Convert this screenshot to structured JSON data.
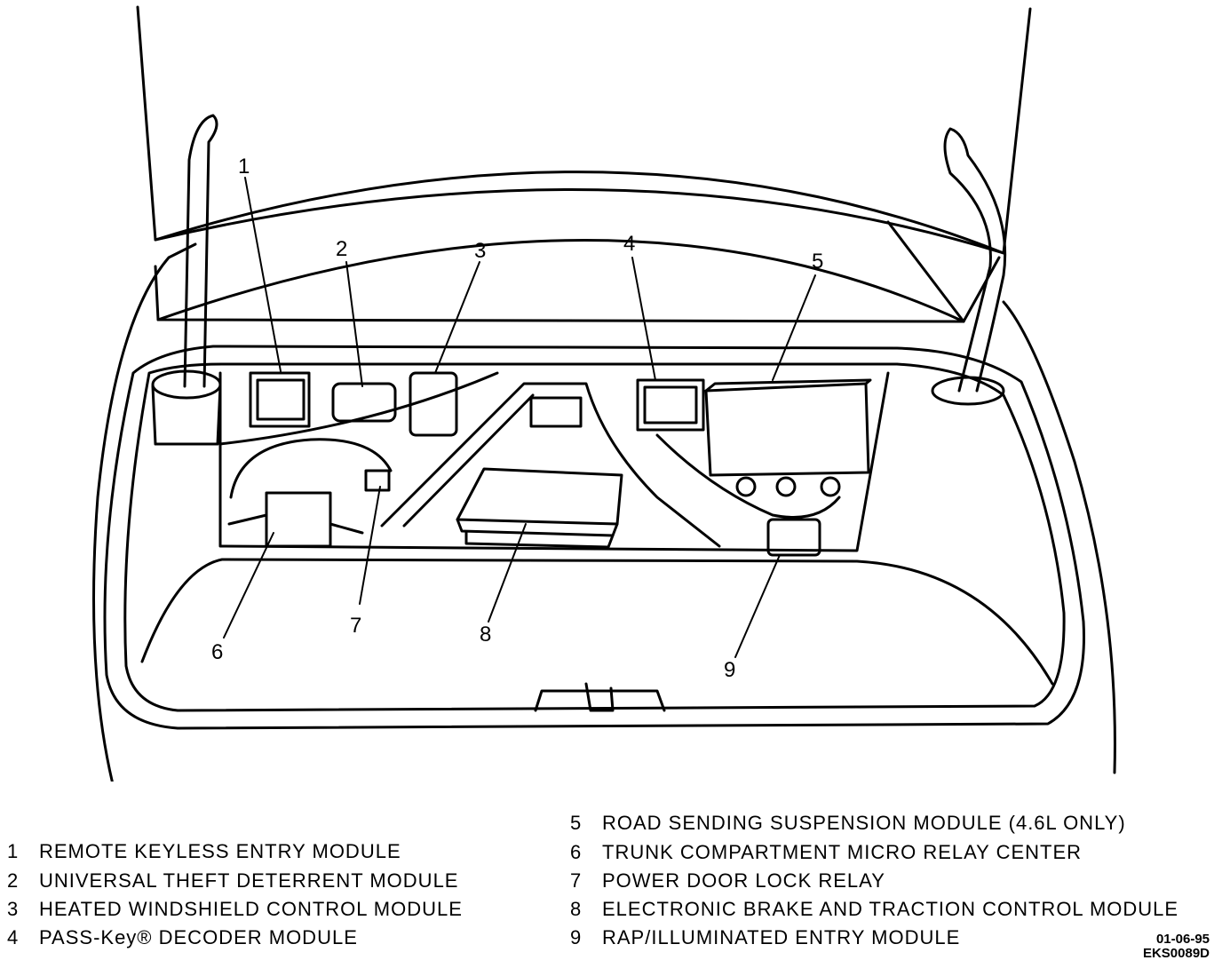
{
  "callouts": [
    "1",
    "2",
    "3",
    "4",
    "5",
    "6",
    "7",
    "8",
    "9"
  ],
  "legend": [
    {
      "num": "1",
      "label": "REMOTE KEYLESS ENTRY MODULE"
    },
    {
      "num": "2",
      "label": "UNIVERSAL THEFT DETERRENT MODULE"
    },
    {
      "num": "3",
      "label": "HEATED WINDSHIELD CONTROL MODULE"
    },
    {
      "num": "4",
      "label": "PASS-Key® DECODER MODULE"
    },
    {
      "num": "5",
      "label": "ROAD SENDING SUSPENSION MODULE (4.6L ONLY)"
    },
    {
      "num": "6",
      "label": "TRUNK COMPARTMENT MICRO RELAY CENTER"
    },
    {
      "num": "7",
      "label": "POWER DOOR LOCK RELAY"
    },
    {
      "num": "8",
      "label": "ELECTRONIC BRAKE AND TRACTION CONTROL MODULE"
    },
    {
      "num": "9",
      "label": "RAP/ILLUMINATED ENTRY MODULE"
    }
  ],
  "stamp": {
    "date": "01-06-95",
    "code": "EKS0089D"
  }
}
